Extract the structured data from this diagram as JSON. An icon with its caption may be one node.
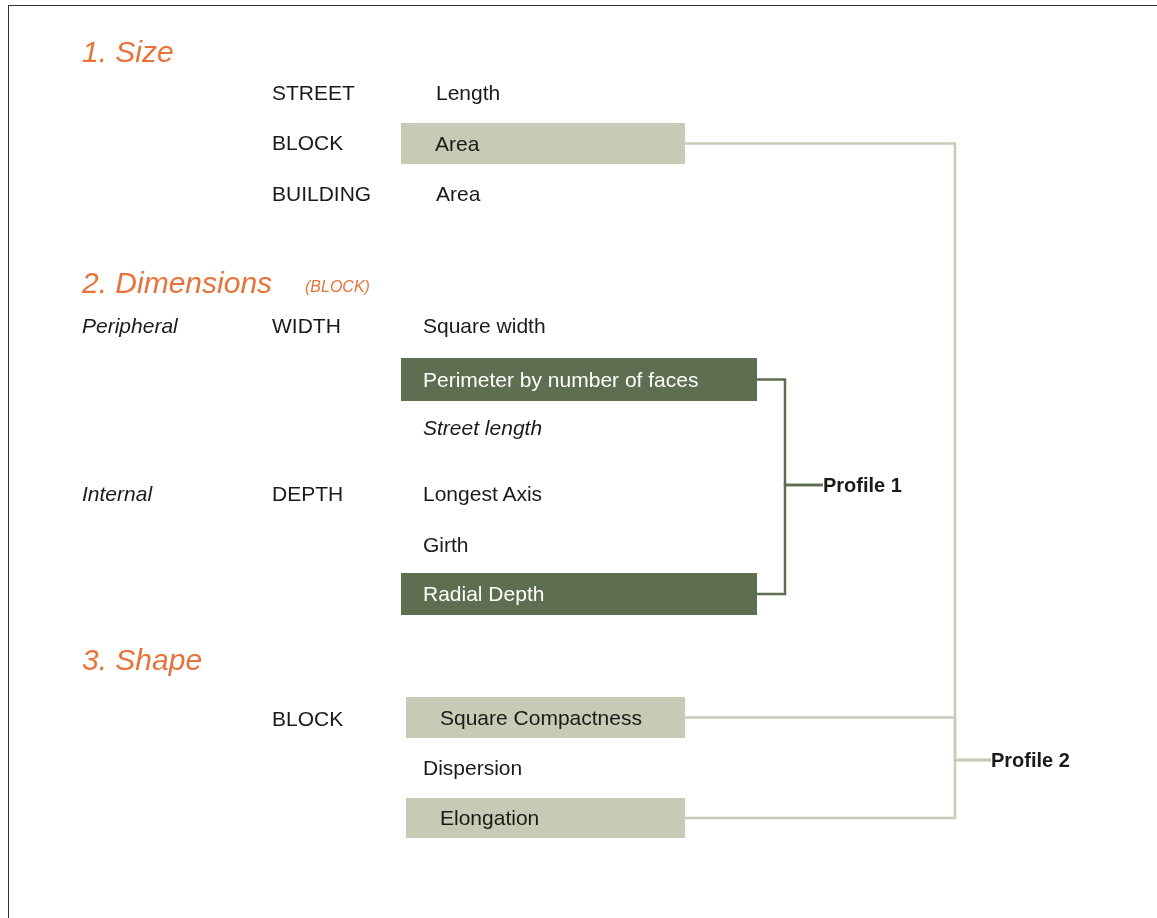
{
  "diagram": {
    "nodes": [
      {
        "text": [
          "Area"
        ]
      },
      {
        "text": [
          "Perimeter by number of faces"
        ]
      },
      {
        "text": [
          "Profile 1"
        ]
      },
      {
        "text": [
          "Radial Depth"
        ]
      },
      {
        "text": [
          "Square Compactness"
        ]
      },
      {
        "text": [
          "Profile 2"
        ]
      },
      {
        "text": [
          "Elongation"
        ]
      }
    ],
    "edges": [
      {
        "from": 0,
        "to": 5,
        "arrow": "none"
      },
      {
        "from": 1,
        "to": 2,
        "arrow": "none",
        "color": "#5e6e50"
      },
      {
        "from": 3,
        "to": 2,
        "arrow": "none",
        "color": "#5e6e50"
      },
      {
        "from": 4,
        "to": 5,
        "arrow": "none"
      },
      {
        "from": 6,
        "to": 5,
        "arrow": "none"
      }
    ],
    "labels": [
      "1. Size",
      "STREET",
      "Length",
      "BLOCK",
      "BUILDING",
      "Area",
      "2. Dimensions",
      "(BLOCK)",
      "Peripheral",
      "WIDTH",
      "Square width",
      "Street length",
      "Internal",
      "DEPTH",
      "Longest Axis",
      "Girth",
      "3. Shape",
      "BLOCK",
      "Dispersion"
    ]
  }
}
